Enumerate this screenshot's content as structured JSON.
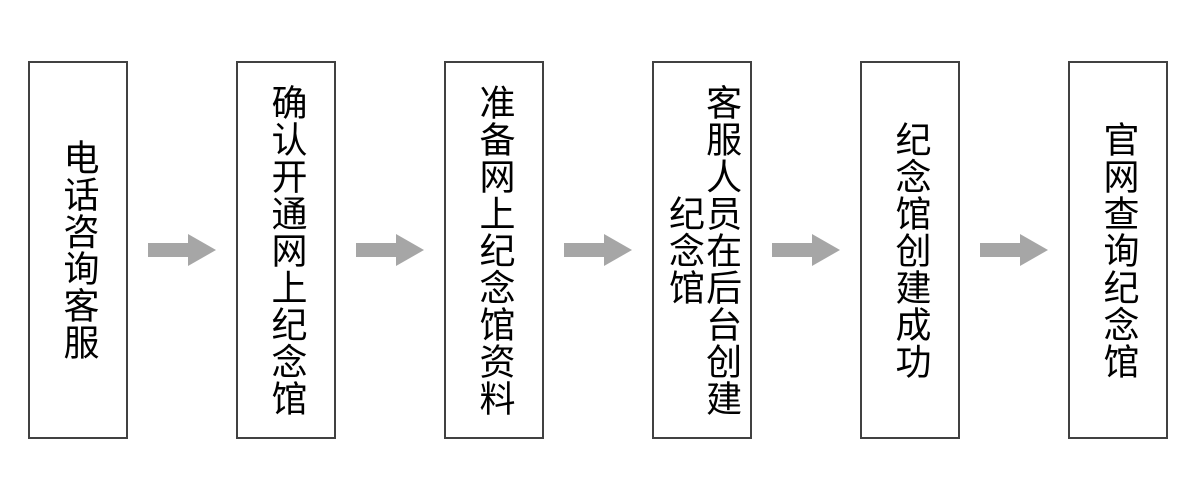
{
  "diagram": {
    "type": "process-flow",
    "orientation": "horizontal",
    "title": "",
    "background_color": "#ffffff",
    "node_border_color": "#414141",
    "node_fill_color": "#ffffff",
    "node_text_color": "#000000",
    "arrow_color": "#a6a6a6",
    "text_direction": "vertical-rl",
    "nodes": [
      {
        "id": "step-1",
        "label": "电话咨询客服",
        "columns": 1
      },
      {
        "id": "step-2",
        "label": "确认开通网上纪念馆",
        "columns": 1
      },
      {
        "id": "step-3",
        "label": "准备网上纪念馆资料",
        "columns": 1
      },
      {
        "id": "step-4",
        "label": "客服人员在后台创建纪念馆",
        "columns": 2
      },
      {
        "id": "step-5",
        "label": "纪念馆创建成功",
        "columns": 1
      },
      {
        "id": "step-6",
        "label": "官网查询纪念馆",
        "columns": 1
      }
    ],
    "connectors": [
      {
        "id": "arrow-1",
        "from": "step-1",
        "to": "step-2",
        "glyph": "right-arrow"
      },
      {
        "id": "arrow-2",
        "from": "step-2",
        "to": "step-3",
        "glyph": "right-arrow"
      },
      {
        "id": "arrow-3",
        "from": "step-3",
        "to": "step-4",
        "glyph": "right-arrow"
      },
      {
        "id": "arrow-4",
        "from": "step-4",
        "to": "step-5",
        "glyph": "right-arrow"
      },
      {
        "id": "arrow-5",
        "from": "step-5",
        "to": "step-6",
        "glyph": "right-arrow"
      }
    ]
  }
}
